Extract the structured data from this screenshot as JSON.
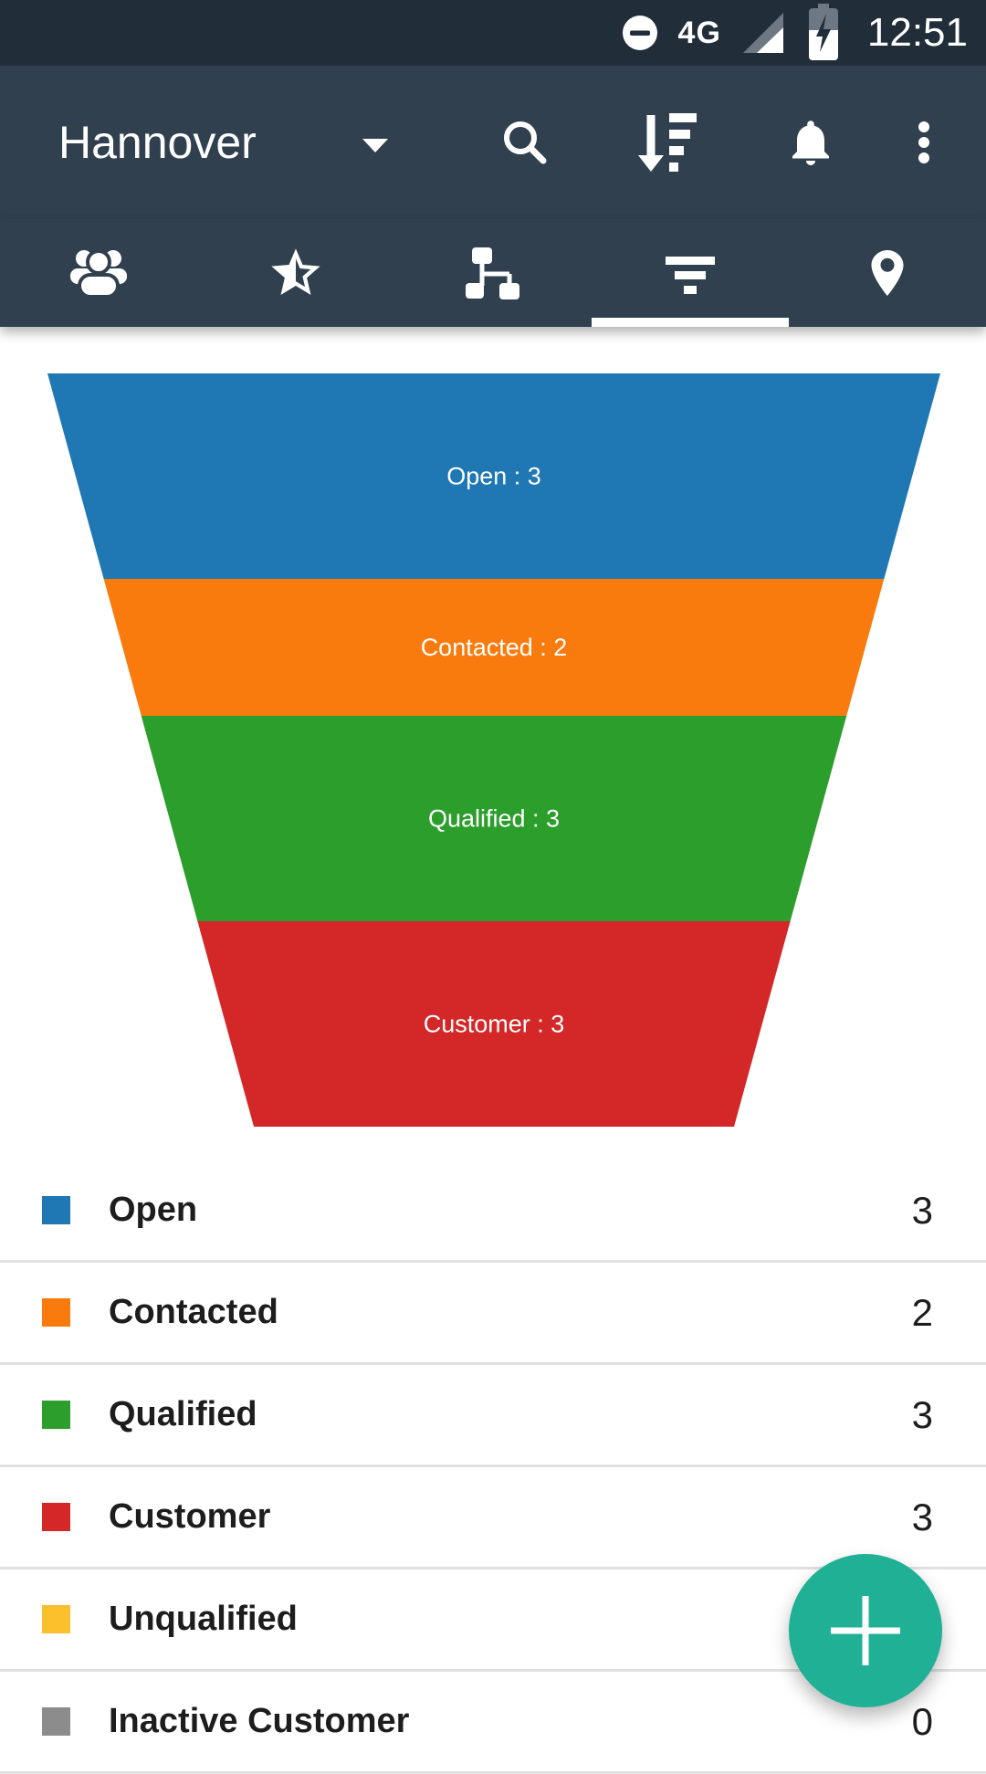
{
  "colors": {
    "status_bar_bg": "#212d39",
    "app_bar_bg": "#30404f",
    "content_bg": "#ffffff",
    "divider": "#e1e1e1",
    "tab_indicator": "#ffffff",
    "fab_bg": "#1fb095",
    "text_dark": "#1d1d1d"
  },
  "status_bar": {
    "network_label": "4G",
    "time": "12:51",
    "icons": [
      "do-not-disturb-icon",
      "signal-strength-icon",
      "battery-charging-icon"
    ]
  },
  "app_bar": {
    "title": "Hannover",
    "title_dropdown_icon": "chevron-down-icon",
    "actions": [
      {
        "icon": "search-icon"
      },
      {
        "icon": "sort-descending-icon"
      },
      {
        "icon": "notifications-bell-icon"
      },
      {
        "icon": "overflow-menu-icon"
      }
    ]
  },
  "tabs": [
    {
      "icon": "contacts-group-icon",
      "selected": false
    },
    {
      "icon": "favorites-star-half-icon",
      "selected": false
    },
    {
      "icon": "hierarchy-tree-icon",
      "selected": false
    },
    {
      "icon": "funnel-filter-icon",
      "selected": true
    },
    {
      "icon": "location-pin-icon",
      "selected": false
    }
  ],
  "chart_data": {
    "type": "funnel",
    "orientation": "wide-top, narrowing down; segment heights proportional to values",
    "categories": [
      "Open",
      "Contacted",
      "Qualified",
      "Customer"
    ],
    "values": [
      3,
      2,
      3,
      3
    ],
    "labels": [
      "Open : 3",
      "Contacted : 2",
      "Qualified : 3",
      "Customer : 3"
    ],
    "colors": [
      "#1f77b4",
      "#f97b0e",
      "#2b9e2c",
      "#d32728"
    ],
    "label_color": "#ffffff",
    "title": "",
    "legend_position": "list below chart"
  },
  "legend": {
    "rows": [
      {
        "label": "Open",
        "value": "3",
        "color": "#1f77b4"
      },
      {
        "label": "Contacted",
        "value": "2",
        "color": "#f97b0e"
      },
      {
        "label": "Qualified",
        "value": "3",
        "color": "#2b9e2c"
      },
      {
        "label": "Customer",
        "value": "3",
        "color": "#d32728"
      },
      {
        "label": "Unqualified",
        "value": "",
        "color": "#fcc02d"
      },
      {
        "label": "Inactive Customer",
        "value": "0",
        "color": "#8c8c8c"
      }
    ]
  },
  "fab": {
    "icon": "plus-icon",
    "label": "+"
  }
}
